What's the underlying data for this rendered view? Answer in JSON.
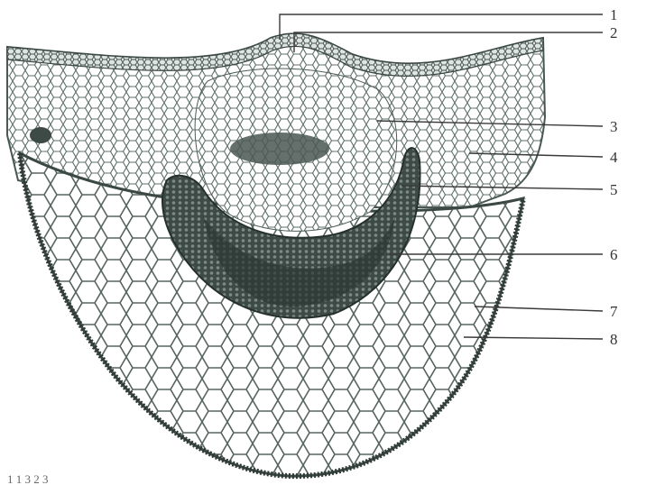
{
  "figure": {
    "labels": [
      "1",
      "2",
      "3",
      "4",
      "5",
      "6",
      "7",
      "8"
    ],
    "caption": "1 1 3 2 3"
  },
  "colors": {
    "background": "#ffffff",
    "cell_wall": "#5e6f6a",
    "tissue_dark": "#38443f",
    "vascular_bundle": "#2c3833",
    "lines": "#3a3a3a"
  }
}
